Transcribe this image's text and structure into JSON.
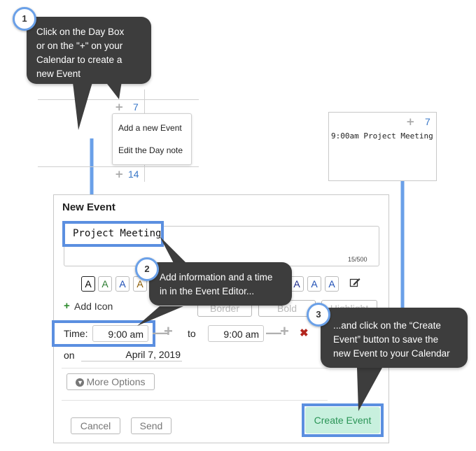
{
  "calendar": {
    "day_plus": "+",
    "day_7": "7",
    "day_14": "14",
    "menu": [
      "Add a new Event",
      "Edit the Day note"
    ]
  },
  "preview": {
    "plus": "+",
    "day": "7",
    "event": "9:00am Project Meeting"
  },
  "callouts": {
    "step1": {
      "num": "1",
      "lines": [
        "Click on the Day Box",
        "or on the \"+\"  on your",
        "Calendar to create a",
        "new Event"
      ]
    },
    "step2": {
      "num": "2",
      "lines": [
        "Add information and a time",
        "in in the Event Editor..."
      ]
    },
    "step3": {
      "num": "3",
      "lines": [
        "...and click on the “Create",
        "Event” button to save the",
        "new Event to your Calendar"
      ]
    }
  },
  "editor": {
    "title": "New Event",
    "event_title_value": "Project Meeting",
    "char_count": "15/500",
    "color_letters": [
      "A",
      "A",
      "A",
      "A",
      "A",
      "A",
      "A"
    ],
    "colors": [
      "#000000",
      "#2e7d32",
      "#1f4fb5",
      "#8a5a00",
      "#1b2a8a",
      "#1f4fb5",
      "#1f4fb5"
    ],
    "add_icon_label": "Add Icon",
    "border_label": "Border",
    "bold_label": "Bold",
    "highlight_label": "Highlight",
    "time_label": "Time:",
    "start_time": "9:00 am",
    "to_label": "to",
    "end_time": "9:00 am",
    "on_label": "on",
    "date": "April 7, 2019",
    "more_options": "More Options",
    "cancel": "Cancel",
    "send": "Send",
    "create_event": "Create Event"
  },
  "accent_color": "#5b8fe0",
  "create_button_color": "#c8f0de"
}
